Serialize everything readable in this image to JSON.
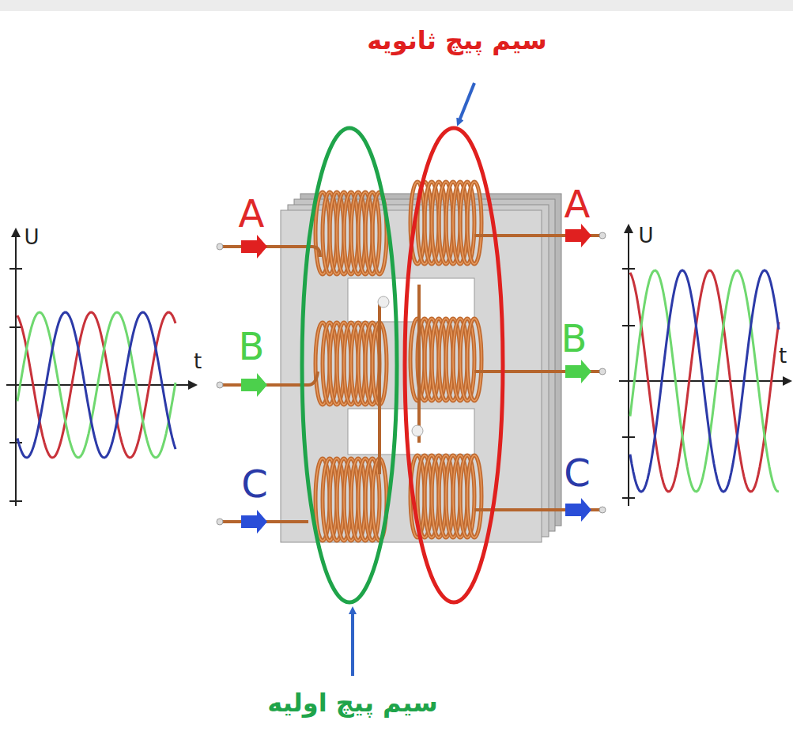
{
  "diagram": {
    "labels": [
      "سیم پیچ ثانویه",
      "A",
      "B",
      "C",
      "A",
      "B",
      "C",
      "U",
      "t",
      "U",
      "t",
      "سیم پیچ اولیه"
    ]
  }
}
